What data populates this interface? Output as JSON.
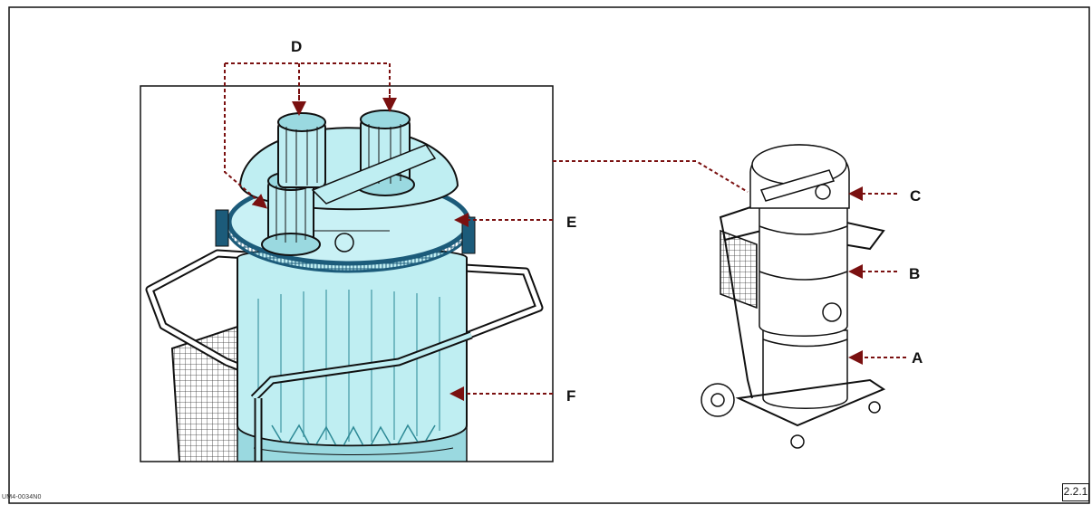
{
  "callouts": {
    "a": "A",
    "b": "B",
    "c": "C",
    "d": "D",
    "e": "E",
    "f": "F"
  },
  "doc_code": "UM4-0034N0",
  "figure_number": "2.2.1",
  "colors": {
    "filter_fill": "#bfeef2",
    "filter_dark": "#8fd4dc",
    "collar": "#1c5b7a",
    "leader": "#7a1010",
    "line": "#111111"
  }
}
